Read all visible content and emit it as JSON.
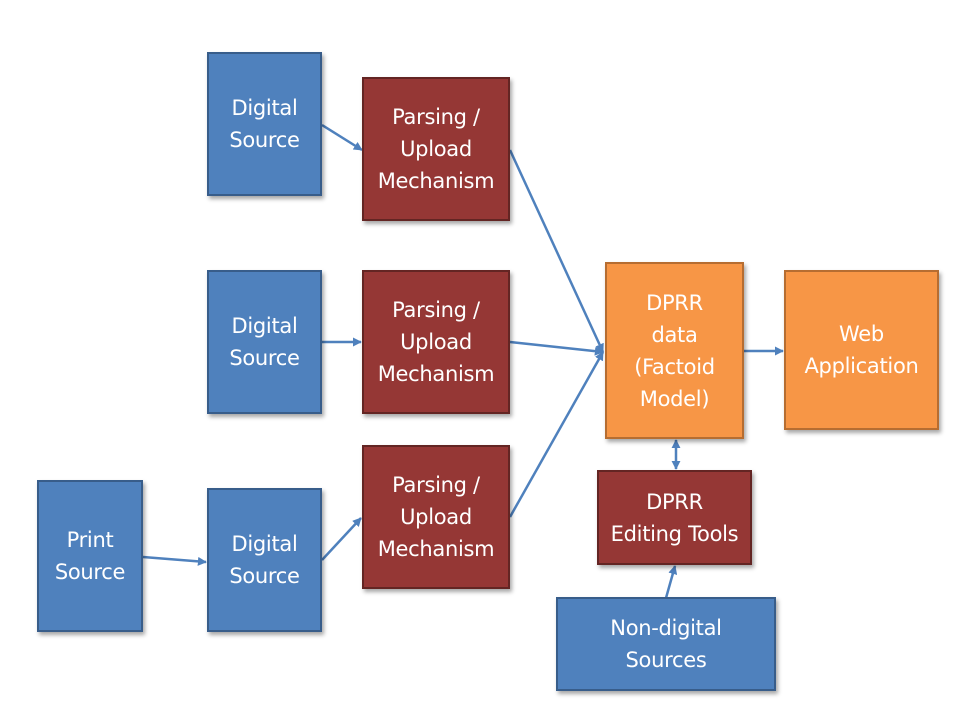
{
  "nodes": {
    "digital_source_1": "Digital\nSource",
    "digital_source_2": "Digital\nSource",
    "digital_source_3": "Digital\nSource",
    "print_source": "Print\nSource",
    "parsing_1": "Parsing /\nUpload\nMechanism",
    "parsing_2": "Parsing /\nUpload\nMechanism",
    "parsing_3": "Parsing /\nUpload\nMechanism",
    "dprr_data": "DPRR\ndata\n(Factoid\nModel)",
    "web_application": "Web\nApplication",
    "editing_tools": "DPRR\nEditing Tools",
    "non_digital_sources": "Non-digital\nSources"
  },
  "colors": {
    "source_fill": "#4f81bd",
    "process_fill": "#953735",
    "output_fill": "#f79646",
    "connector": "#4f81bd"
  }
}
